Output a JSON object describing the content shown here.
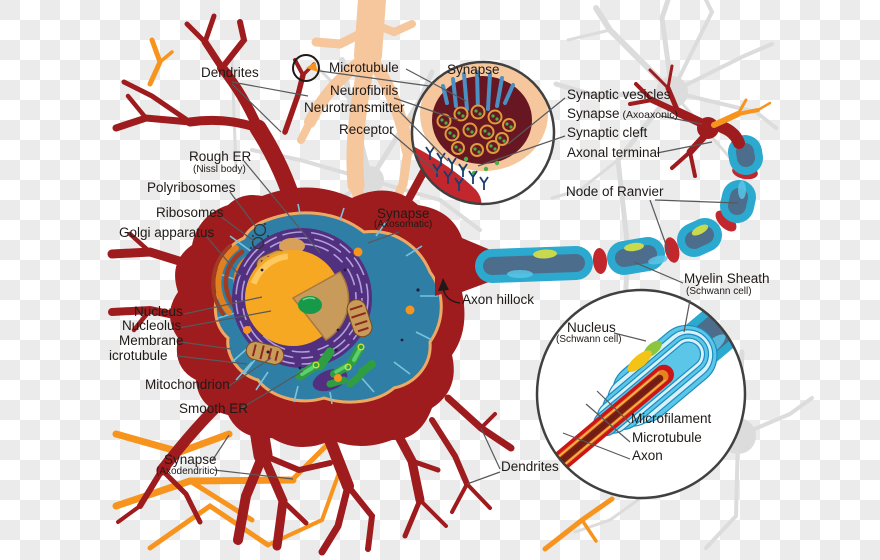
{
  "figure": {
    "title": "Neuron anatomy diagram",
    "background": "transparency-checkerboard"
  },
  "labels": {
    "dendrites_top": "Dendrites",
    "microtubule_top": "Microtubule",
    "neurofibrils": "Neurofibrils",
    "neurotransmitter": "Neurotransmitter",
    "receptor": "Receptor",
    "synapse_inset_title": "Synapse",
    "synaptic_vesicles": "Synaptic vesicles",
    "synapse_axoaxonic": "Synapse",
    "synapse_axoaxonic_sub": "(Axoaxonic)",
    "synaptic_cleft": "Synaptic cleft",
    "axonal_terminal": "Axonal terminal",
    "node_of_ranvier": "Node of Ranvier",
    "rough_er": "Rough ER",
    "rough_er_sub": "(Nissl body)",
    "polyribosomes": "Polyribosomes",
    "ribosomes": "Ribosomes",
    "golgi_apparatus": "Golgi apparatus",
    "synapse_axosomatic": "Synapse",
    "synapse_axosomatic_sub": "(Axosomatic)",
    "nucleus": "Nucleus",
    "nucleolus": "Nucleolus",
    "membrane": "Membrane",
    "microtubule_left": "icrotubule",
    "mitochondrion": "Mitochondrion",
    "smooth_er": "Smooth ER",
    "axon_hillock": "Axon hillock",
    "myelin_sheath": "Myelin Sheath",
    "myelin_sheath_sub": "(Schwann cell)",
    "schwann_nucleus": "Nucleus",
    "schwann_nucleus_sub": "(Schwann cell)",
    "microfilament": "Microfilament",
    "microtubule_inset": "Microtubule",
    "axon_inset": "Axon",
    "synapse_axodendritic": "Synapse",
    "synapse_axodendritic_sub": "(Axodendritic)",
    "dendrites_bottom": "Dendrites"
  },
  "colors": {
    "neuron_red": "#9e1b1e",
    "bright_red": "#c1272d",
    "peach_neuron": "#f6c79d",
    "orange_neuron": "#f7941e",
    "cytoplasm_blue": "#2e7ea6",
    "er_purple": "#50307f",
    "nucleus_orange": "#f7a823",
    "nucleolus_green": "#169a49",
    "myelin_teal": "#2ba9ce",
    "axon_core_slate": "#4d6d8c",
    "schwann_nucleus_yellow": "#c9d94e",
    "terminal_maroon": "#671722",
    "background_gray_neuron": "#dcdcdc",
    "label_text": "#1f1a17",
    "checker_gray": "#ebebeb"
  }
}
